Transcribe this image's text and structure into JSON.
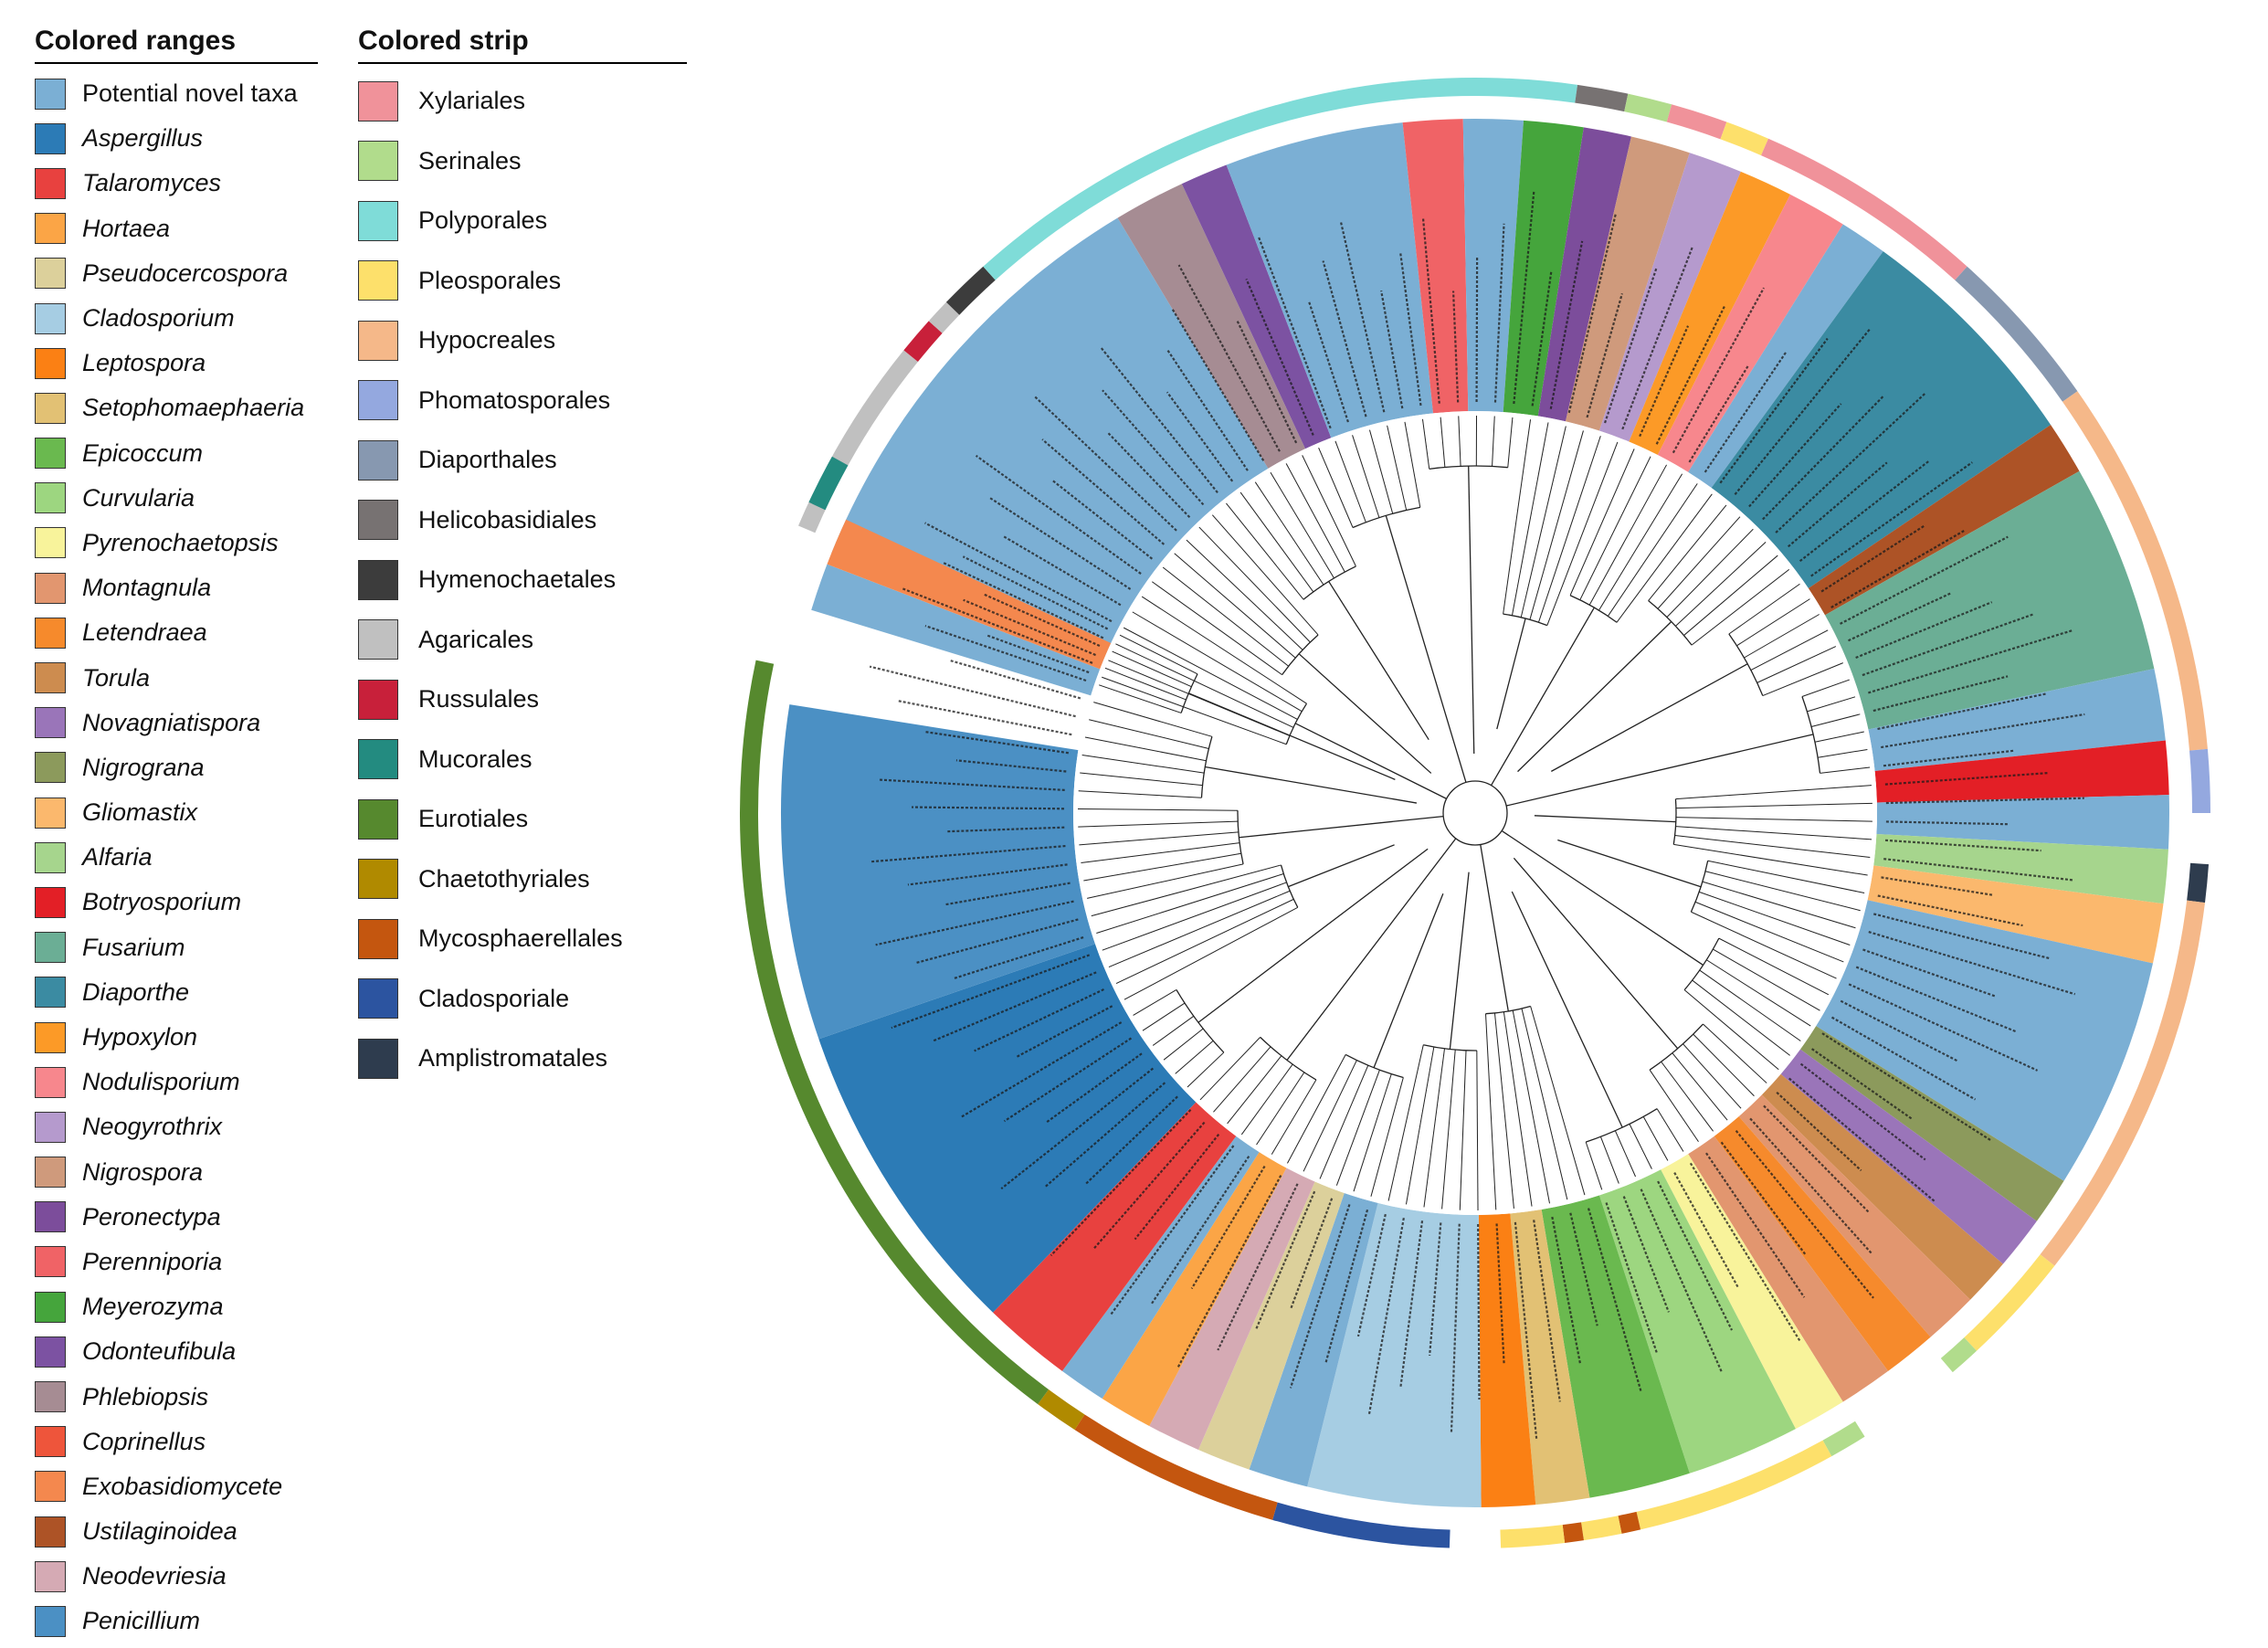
{
  "legend_ranges": {
    "title": "Colored ranges",
    "items": [
      {
        "label": "Potential novel taxa",
        "color": "#7bafd4"
      },
      {
        "label": "Aspergillus",
        "color": "#2c7bb6"
      },
      {
        "label": "Talaromyces",
        "color": "#e8413f"
      },
      {
        "label": "Hortaea",
        "color": "#fba546"
      },
      {
        "label": "Pseudocercospora",
        "color": "#dcd09b"
      },
      {
        "label": "Cladosporium",
        "color": "#a6cde3"
      },
      {
        "label": "Leptospora",
        "color": "#fb8014"
      },
      {
        "label": "Setophomaephaeria",
        "color": "#e2c174"
      },
      {
        "label": "Epicoccum",
        "color": "#6ab94f"
      },
      {
        "label": "Curvularia",
        "color": "#9dd680"
      },
      {
        "label": "Pyrenochaetopsis",
        "color": "#f8f39b"
      },
      {
        "label": "Montagnula",
        "color": "#e2966f"
      },
      {
        "label": "Letendraea",
        "color": "#f68a2c"
      },
      {
        "label": "Torula",
        "color": "#cd8c4f"
      },
      {
        "label": "Novagniatispora",
        "color": "#9a75b9"
      },
      {
        "label": "Nigrograna",
        "color": "#8c9a5c"
      },
      {
        "label": "Gliomastix",
        "color": "#fbb86d"
      },
      {
        "label": "Alfaria",
        "color": "#a6d58d"
      },
      {
        "label": "Botryosporium",
        "color": "#e31f26"
      },
      {
        "label": "Fusarium",
        "color": "#6bae95"
      },
      {
        "label": "Diaporthe",
        "color": "#3b8ba2"
      },
      {
        "label": "Hypoxylon",
        "color": "#fc9a27"
      },
      {
        "label": "Nodulisporium",
        "color": "#f7878d"
      },
      {
        "label": "Neogyrothrix",
        "color": "#b59acd"
      },
      {
        "label": "Nigrospora",
        "color": "#cf9a7c"
      },
      {
        "label": "Peronectypa",
        "color": "#7c4d9b"
      },
      {
        "label": "Perenniporia",
        "color": "#f06366"
      },
      {
        "label": "Meyerozyma",
        "color": "#45a53c"
      },
      {
        "label": "Odonteufibula",
        "color": "#7c52a2"
      },
      {
        "label": "Phlebiopsis",
        "color": "#a68c93"
      },
      {
        "label": "Coprinellus",
        "color": "#ee553b"
      },
      {
        "label": "Exobasidiomycete",
        "color": "#f4884e"
      },
      {
        "label": "Ustilaginoidea",
        "color": "#ad5326"
      },
      {
        "label": "Neodevriesia",
        "color": "#d5aab4"
      },
      {
        "label": "Penicillium",
        "color": "#4b90c4"
      }
    ]
  },
  "legend_strip": {
    "title": "Colored strip",
    "items": [
      {
        "label": "Xylariales",
        "color": "#f0929a"
      },
      {
        "label": "Serinales",
        "color": "#b1dc8c"
      },
      {
        "label": "Polyporales",
        "color": "#7fdcd8"
      },
      {
        "label": "Pleosporales",
        "color": "#fde06b"
      },
      {
        "label": "Hypocreales",
        "color": "#f5b889"
      },
      {
        "label": "Phomatosporales",
        "color": "#94a8df"
      },
      {
        "label": "Diaporthales",
        "color": "#8798b0"
      },
      {
        "label": "Helicobasidiales",
        "color": "#777272"
      },
      {
        "label": "Hymenochaetales",
        "color": "#3c3c3c"
      },
      {
        "label": "Agaricales",
        "color": "#c0c0c0"
      },
      {
        "label": "Russulales",
        "color": "#c8203a"
      },
      {
        "label": "Mucorales",
        "color": "#238b80"
      },
      {
        "label": "Eurotiales",
        "color": "#56892e"
      },
      {
        "label": "Chaetothyriales",
        "color": "#b08a00"
      },
      {
        "label": "Mycosphaerellales",
        "color": "#c4560f"
      },
      {
        "label": "Cladosporiale",
        "color": "#2c54a0"
      },
      {
        "label": "Amplistromatales",
        "color": "#2e3c4e"
      }
    ]
  },
  "tree": {
    "wedges": [
      {
        "from": -68,
        "to": -31,
        "color": "#7bafd4"
      },
      {
        "from": -31,
        "to": -25,
        "color": "#a68c93"
      },
      {
        "from": -25,
        "to": -21,
        "color": "#7c52a2"
      },
      {
        "from": -21,
        "to": -6,
        "color": "#7bafd4"
      },
      {
        "from": -6,
        "to": -1,
        "color": "#f06366"
      },
      {
        "from": -1,
        "to": 4,
        "color": "#7bafd4"
      },
      {
        "from": 4,
        "to": 9,
        "color": "#45a53c"
      },
      {
        "from": 9,
        "to": 13,
        "color": "#7c4d9b"
      },
      {
        "from": 13,
        "to": 18,
        "color": "#cf9a7c"
      },
      {
        "from": 18,
        "to": 22.5,
        "color": "#b59acd"
      },
      {
        "from": 22.5,
        "to": 27,
        "color": "#fc9a27"
      },
      {
        "from": 27,
        "to": 32,
        "color": "#f7878d"
      },
      {
        "from": 32,
        "to": 36,
        "color": "#7bafd4"
      },
      {
        "from": 36,
        "to": 56,
        "color": "#3b8ba2"
      },
      {
        "from": 56,
        "to": 60.5,
        "color": "#ad5326"
      },
      {
        "from": 60.5,
        "to": 78,
        "color": "#6bae95"
      },
      {
        "from": 78,
        "to": 84,
        "color": "#7bafd4"
      },
      {
        "from": 84,
        "to": 88.5,
        "color": "#e31f26"
      },
      {
        "from": 88.5,
        "to": 93,
        "color": "#7bafd4"
      },
      {
        "from": 93,
        "to": 97.5,
        "color": "#a6d58d"
      },
      {
        "from": 97.5,
        "to": 102.5,
        "color": "#fbb86d"
      },
      {
        "from": 102.5,
        "to": 122,
        "color": "#7bafd4"
      },
      {
        "from": 122,
        "to": 126,
        "color": "#8c9a5c"
      },
      {
        "from": 126,
        "to": 130.5,
        "color": "#9a75b9"
      },
      {
        "from": 130.5,
        "to": 134.5,
        "color": "#cd8c4f"
      },
      {
        "from": 134.5,
        "to": 139,
        "color": "#e2966f"
      },
      {
        "from": 139,
        "to": 143.5,
        "color": "#f68a2c"
      },
      {
        "from": 143.5,
        "to": 148,
        "color": "#e2966f"
      },
      {
        "from": 148,
        "to": 152.5,
        "color": "#f8f39b"
      },
      {
        "from": 152.5,
        "to": 162,
        "color": "#9dd680"
      },
      {
        "from": 162,
        "to": 170.5,
        "color": "#6ab94f"
      },
      {
        "from": 170.5,
        "to": 175,
        "color": "#e2c174"
      },
      {
        "from": 175,
        "to": 179.5,
        "color": "#fb8014"
      },
      {
        "from": 179.5,
        "to": 194,
        "color": "#a6cde3"
      },
      {
        "from": 194,
        "to": 199,
        "color": "#7bafd4"
      },
      {
        "from": 199,
        "to": 203.5,
        "color": "#dcd09b"
      },
      {
        "from": 203.5,
        "to": 208,
        "color": "#d5aab4"
      },
      {
        "from": 208,
        "to": 212.5,
        "color": "#fba546"
      },
      {
        "from": 212.5,
        "to": 216.5,
        "color": "#7bafd4"
      },
      {
        "from": 216.5,
        "to": 224,
        "color": "#e8413f"
      },
      {
        "from": 224,
        "to": 251,
        "color": "#2c7bb6"
      },
      {
        "from": 251,
        "to": 279,
        "color": "#4b90c4"
      },
      {
        "from": 287,
        "to": 291,
        "color": "#7bafd4"
      },
      {
        "from": 291,
        "to": 295,
        "color": "#f4884e"
      }
    ],
    "strip": [
      {
        "from": -67,
        "to": -51,
        "color": "#c0c0c0"
      },
      {
        "from": -51,
        "to": -48,
        "color": "#c8203a"
      },
      {
        "from": -48,
        "to": -46,
        "color": "#c0c0c0"
      },
      {
        "from": -46,
        "to": -42,
        "color": "#3c3c3c"
      },
      {
        "from": -42,
        "to": 8,
        "color": "#7fdcd8"
      },
      {
        "from": 8,
        "to": 12,
        "color": "#777272"
      },
      {
        "from": 12,
        "to": 15.5,
        "color": "#b1dc8c"
      },
      {
        "from": 15.5,
        "to": 20,
        "color": "#f0929a"
      },
      {
        "from": 20,
        "to": 23.5,
        "color": "#fde06b"
      },
      {
        "from": 23.5,
        "to": 42,
        "color": "#f0929a"
      },
      {
        "from": 42,
        "to": 55,
        "color": "#8798b0"
      },
      {
        "from": 55,
        "to": 85,
        "color": "#f5b889"
      },
      {
        "from": 85,
        "to": 90,
        "color": "#94a8df"
      },
      {
        "from": 94,
        "to": 97,
        "color": "#2e3c4e"
      },
      {
        "from": 97,
        "to": 128,
        "color": "#f5b889"
      },
      {
        "from": 128,
        "to": 137,
        "color": "#fde06b"
      },
      {
        "from": 137,
        "to": 139.5,
        "color": "#b1dc8c"
      },
      {
        "from": 148,
        "to": 151,
        "color": "#b1dc8c"
      },
      {
        "from": 151,
        "to": 167,
        "color": "#fde06b"
      },
      {
        "from": 167,
        "to": 168.5,
        "color": "#c4560f"
      },
      {
        "from": 168.5,
        "to": 171.5,
        "color": "#fde06b"
      },
      {
        "from": 171.5,
        "to": 173,
        "color": "#c4560f"
      },
      {
        "from": 173,
        "to": 178,
        "color": "#fde06b"
      },
      {
        "from": 182,
        "to": 196,
        "color": "#2c54a0"
      },
      {
        "from": 196,
        "to": 213,
        "color": "#c4560f"
      },
      {
        "from": 213,
        "to": 216.5,
        "color": "#b08a00"
      },
      {
        "from": 216.5,
        "to": 282,
        "color": "#56892e"
      },
      {
        "from": 295,
        "to": 299,
        "color": "#238b80"
      }
    ]
  }
}
